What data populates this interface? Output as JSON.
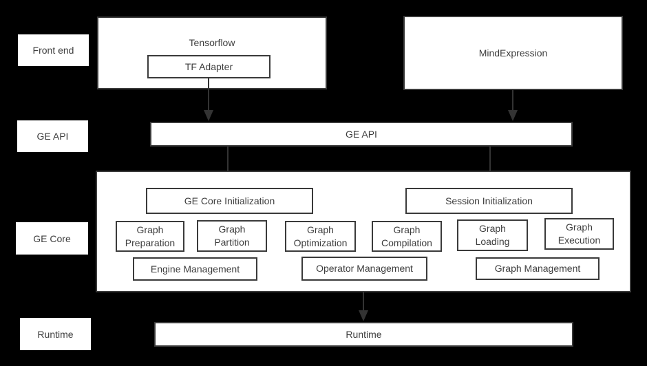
{
  "colors": {
    "background": "#000000",
    "box_fill": "#ffffff",
    "box_border": "#3a3a3a",
    "text": "#3d3d3d",
    "arrow": "#333333"
  },
  "side_labels": {
    "front_end": "Front end",
    "ge_api": "GE API",
    "ge_core": "GE Core",
    "runtime": "Runtime"
  },
  "front_end_row": {
    "tensorflow_label": "Tensorflow",
    "tf_adapter_label": "TF Adapter",
    "mind_expression_label": "MindExpression"
  },
  "ge_api_row": {
    "bar_label": "GE API"
  },
  "ge_core_row": {
    "init_left": "GE Core Initialization",
    "init_right": "Session Initialization",
    "stages": [
      "Graph Preparation",
      "Graph Partition",
      "Graph Optimization",
      "Graph Compilation",
      "Graph Loading",
      "Graph Execution"
    ],
    "management": [
      "Engine Management",
      "Operator Management",
      "Graph Management"
    ]
  },
  "runtime_row": {
    "bar_label": "Runtime"
  },
  "connections": [
    {
      "from": "TF Adapter",
      "to": "GE API"
    },
    {
      "from": "MindExpression",
      "to": "GE API"
    },
    {
      "from": "GE API",
      "to": "GE Core Initialization"
    },
    {
      "from": "GE API",
      "to": "Session Initialization"
    },
    {
      "from": "GE Core",
      "to": "Runtime"
    }
  ]
}
